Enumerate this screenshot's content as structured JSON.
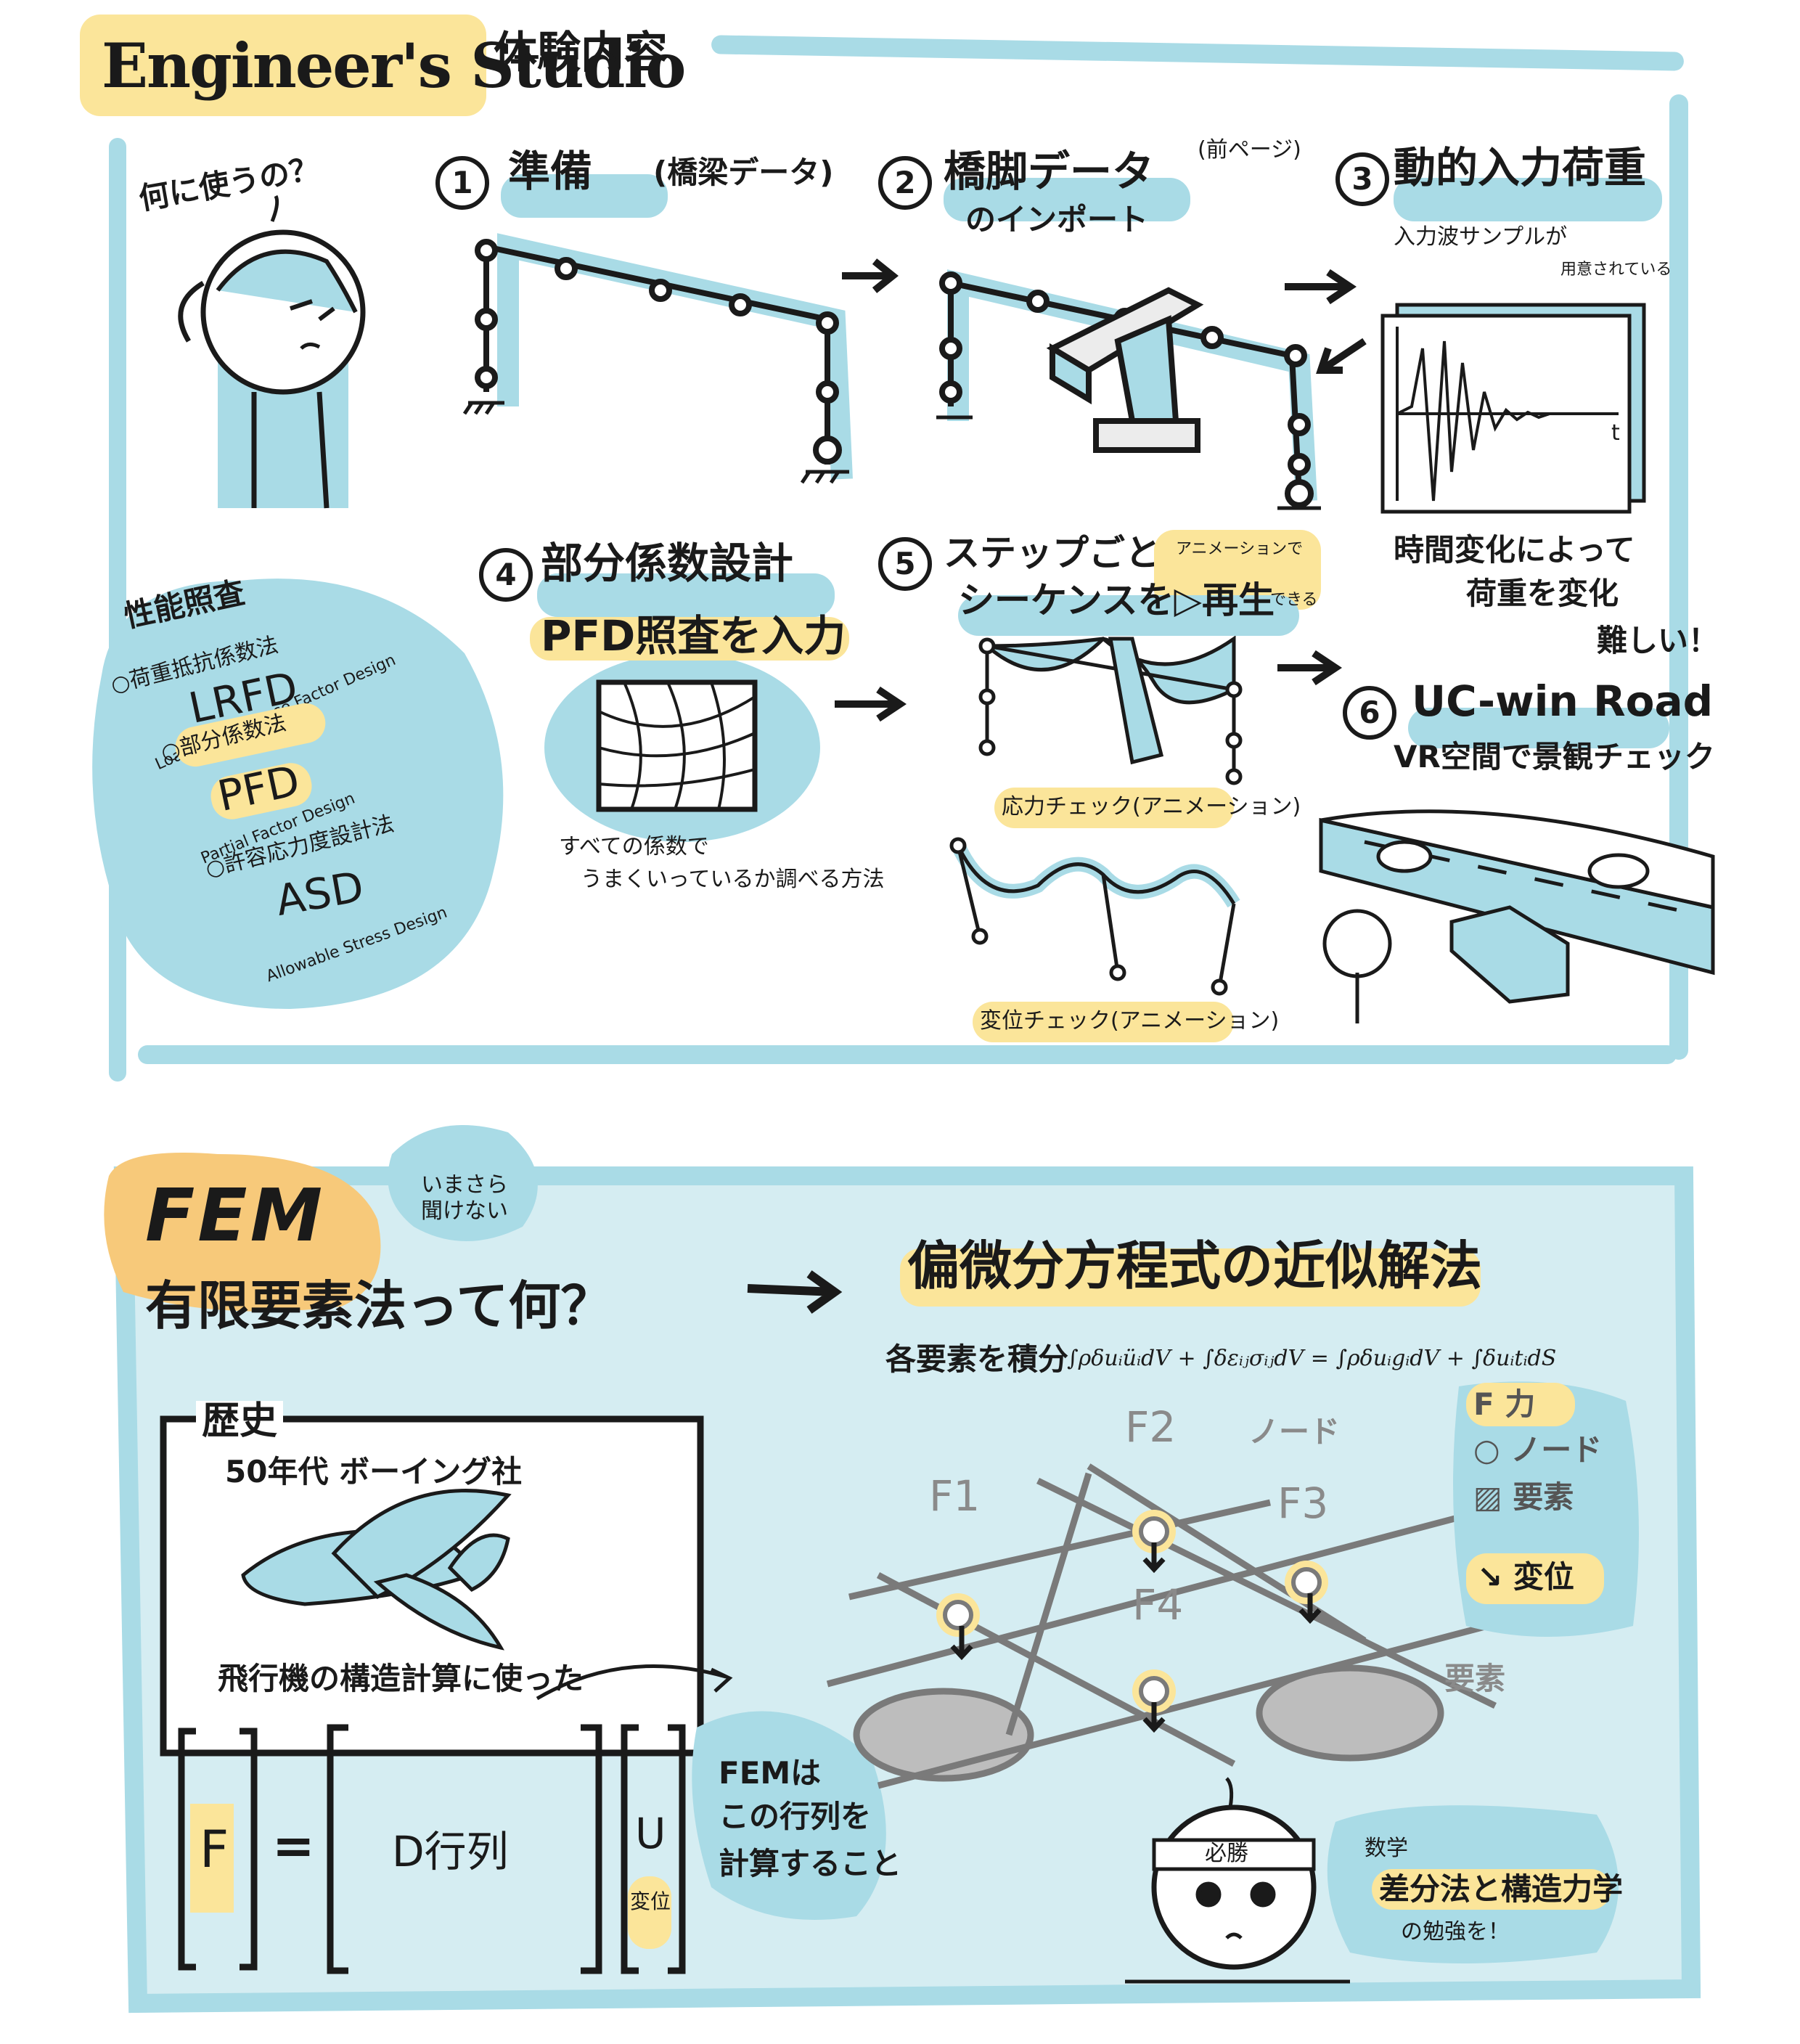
{
  "top": {
    "title_main": "Engineer's Studio",
    "title_sub": "体験内容",
    "question": "何に使うの？",
    "steps": [
      {
        "num": "1",
        "title": "準備",
        "sub": "(橋梁データ)"
      },
      {
        "num": "2",
        "title": "橋脚データ",
        "sub": "(前ページ)",
        "sub2": "のインポート"
      },
      {
        "num": "3",
        "title": "動的入力荷重",
        "note": "入力波サンプルが",
        "note2": "用意されている"
      },
      {
        "num": "4",
        "title": "部分係数設計",
        "sub": "PFD照査を入力",
        "note": "すべての係数で",
        "note2": "うまくいっているか調べる方法"
      },
      {
        "num": "5",
        "title": "ステップごとに",
        "title2": "シーケンスを▷再生",
        "tag": "アニメーションで",
        "tag2": "できる",
        "label1": "応力チェック(アニメーション)",
        "label2": "変位チェック(アニメーション)"
      },
      {
        "num": "6",
        "title": "UC-win Road",
        "note": "VR空間で景観チェック"
      }
    ],
    "wave_axis_label": "t",
    "time_note": "時間変化によって",
    "time_note2": "荷重を変化",
    "time_note3": "難しい！",
    "perf": {
      "title": "性能照査",
      "items": [
        {
          "name": "○荷重抵抗係数法",
          "abbr": "LRFD",
          "full": "Load & Resistance Factor Design"
        },
        {
          "name": "○部分係数法",
          "abbr": "PFD",
          "full": "Partial Factor Design"
        },
        {
          "name": "○許容応力度設計法",
          "abbr": "ASD",
          "full": "Allowable Stress Design"
        }
      ]
    }
  },
  "bottom": {
    "fem": "FEM",
    "fem_title": "有限要素法って何？",
    "fem_aside": "いまさら聞けない",
    "approx": "偏微分方程式の近似解法",
    "integral_label": "各要素を積分",
    "equation": "∫ρδuᵢüᵢdV + ∫δεᵢⱼσᵢⱼdV = ∫ρδuᵢgᵢdV + ∫δuᵢtᵢdS",
    "history": {
      "title": "歴史",
      "line1": "50年代 ボーイング社",
      "line2": "飛行機の構造計算に使った"
    },
    "matrix": {
      "F": "F",
      "eq": "=",
      "D": "D行列",
      "U": "U",
      "U_label": "変位"
    },
    "fem_note": "FEMは",
    "fem_note2": "この行列を",
    "fem_note3": "計算すること",
    "mesh": {
      "forces": [
        "F1",
        "F2",
        "F3",
        "F4"
      ],
      "node_label": "ノード",
      "element_label": "要素"
    },
    "legend": {
      "force": "F 力",
      "node": "○ ノード",
      "element": "▨ 要素",
      "disp": "↘ 変位"
    },
    "headband": "必勝",
    "study1": "数学",
    "study2": "差分法と構造力学",
    "study3": "の勉強を！"
  },
  "colors": {
    "blue": "#a9dbe6",
    "yellow": "#fbe59a",
    "ink": "#1a1a1a",
    "orange": "#f7c97a"
  }
}
